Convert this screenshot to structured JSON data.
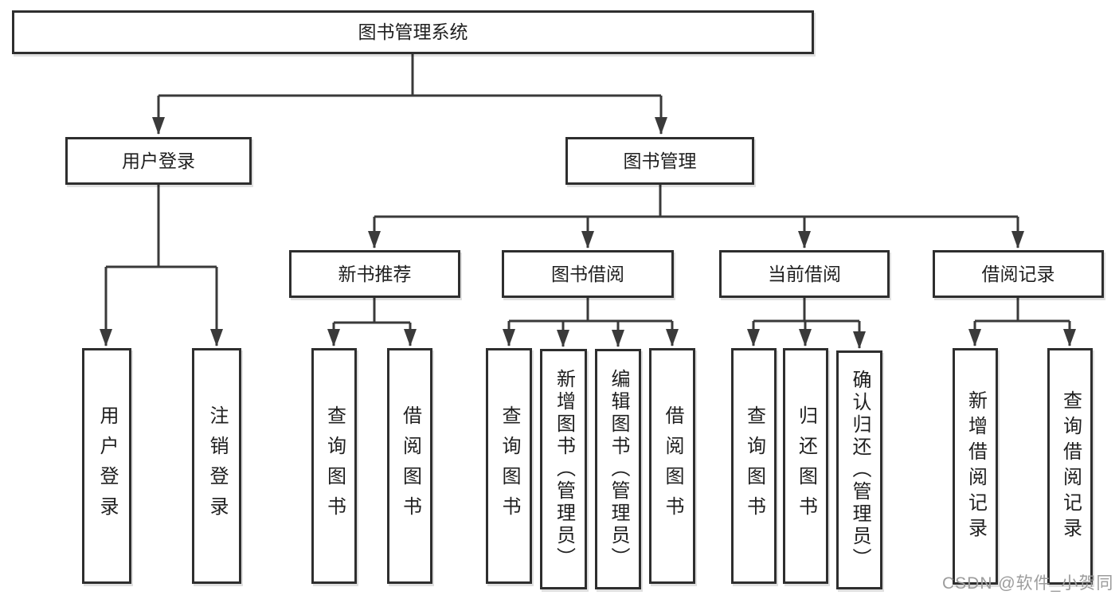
{
  "tree": {
    "root": {
      "label": "图书管理系统"
    },
    "branches": [
      {
        "label": "用户登录",
        "leaves": [
          {
            "label": "用户登录"
          },
          {
            "label": "注销登录"
          }
        ]
      },
      {
        "label": "图书管理",
        "groups": [
          {
            "label": "新书推荐",
            "leaves": [
              {
                "label": "查询图书"
              },
              {
                "label": "借阅图书"
              }
            ]
          },
          {
            "label": "图书借阅",
            "leaves": [
              {
                "label": "查询图书"
              },
              {
                "label": "新增图书（管理员）"
              },
              {
                "label": "编辑图书（管理员）"
              },
              {
                "label": "借阅图书"
              }
            ]
          },
          {
            "label": "当前借阅",
            "leaves": [
              {
                "label": "查询图书"
              },
              {
                "label": "归还图书"
              },
              {
                "label": "确认归还（管理员）"
              }
            ]
          },
          {
            "label": "借阅记录",
            "leaves": [
              {
                "label": "新增借阅记录"
              },
              {
                "label": "查询借阅记录"
              }
            ]
          }
        ]
      }
    ]
  },
  "watermark": {
    "text": "CSDN @软件_小贺同学"
  },
  "colors": {
    "background": "#ffffff",
    "line": "#3a3a3a",
    "box_border": "#2e2e2e",
    "box_fill": "#ffffff",
    "text": "#1f1f1f",
    "watermark": "#9c9c9c"
  }
}
